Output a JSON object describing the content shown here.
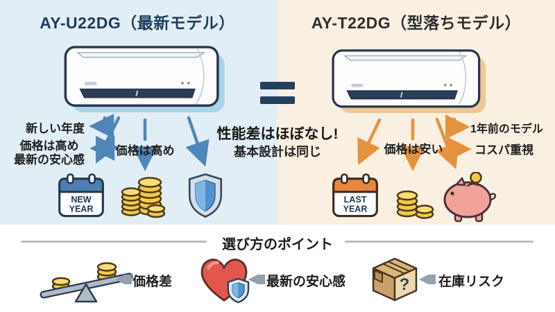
{
  "colors": {
    "left_bg": "#e2eef5",
    "right_bg": "#f9f0e1",
    "bottom_bg": "#ffffff",
    "navy": "#24405e",
    "title_left": "#1e3a5c",
    "title_right": "#2d2d2d",
    "text": "#1f1f1f",
    "blue_arrow": "#4e86b8",
    "orange_arrow": "#e6923c",
    "blue_accent": "#4a7fb0",
    "orange_accent": "#e8873a",
    "coin_gold": "#f3c84b",
    "coin_outline": "#4a3a18",
    "shield_blue": "#4e93cc",
    "shield_light": "#7db6e2",
    "shield_rim": "#d4e0ea",
    "pig_pink": "#f1a39a",
    "heart_red": "#e2574b",
    "box_tan": "#d9b57c",
    "box_light": "#ecd9b0",
    "box_dark": "#c9a06a",
    "gray_arrow": "#94a0ac",
    "divider": "#b5bdc4",
    "ac_shadow_left": "#aad2e8",
    "ac_shadow_right": "#edc794"
  },
  "left": {
    "title": "AY-U22DG（最新モデル）",
    "labels": {
      "new_year": "新しい年度",
      "price_high_1": "価格は高め",
      "reassurance": "最新の安心感",
      "price_high_2": "価格は高め"
    },
    "calendar": {
      "line1": "NEW",
      "line2": "YEAR"
    }
  },
  "right": {
    "title": "AY-T22DG（型落ちモデル）",
    "labels": {
      "one_year_old": "1年前のモデル",
      "cost_performance": "コスパ重視",
      "price_low": "価格は安い"
    },
    "calendar": {
      "line1": "LAST",
      "line2": "YEAR"
    }
  },
  "center": {
    "headline": "性能差はほぼなし!",
    "subline": "基本設計は同じ"
  },
  "bottom": {
    "title": "選び方のポイント",
    "items": [
      {
        "icon": "balance-scale-icon",
        "label": "価格差"
      },
      {
        "icon": "heart-shield-icon",
        "label": "最新の安心感"
      },
      {
        "icon": "mystery-box-icon",
        "label": "在庫リスク"
      }
    ]
  },
  "icons": {
    "left_column": [
      "new-year-calendar-icon",
      "coin-stacks-icon",
      "shield-icon"
    ],
    "right_column": [
      "last-year-calendar-icon",
      "coin-stacks-small-icon",
      "piggy-bank-icon"
    ]
  }
}
